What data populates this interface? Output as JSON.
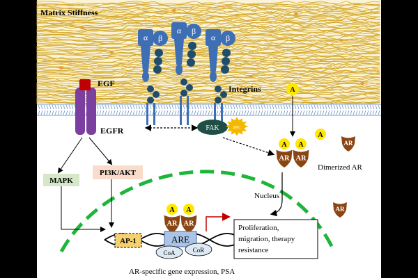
{
  "labels": {
    "matrix": "Matrix Stiffness",
    "egf": "EGF",
    "egfr": "EGFR",
    "integrins": "Integrins",
    "fak": "FAK",
    "src": "SRC",
    "alpha": "α",
    "beta": "β",
    "androgen": "A",
    "ar": "AR",
    "dimerized_ar": "Dimerized AR",
    "nucleus": "Nucleus",
    "mapk": "MAPK",
    "pi3k": "PI3K/AKT",
    "ap1": "AP-1",
    "are": "ARE",
    "coa": "CoA",
    "cor": "CoR",
    "outcome_line1": "Proliferation,",
    "outcome_line2": "migration, therapy",
    "outcome_line3": "resistance",
    "caption": "AR-specific gene expression, PSA"
  },
  "colors": {
    "fiber": "#D4A92C",
    "integrin": "#3E6FB5",
    "integrin_dark": "#1F4D6B",
    "egfr": "#7B3FA0",
    "egf": "#C00000",
    "fak": "#1E4E45",
    "src": "#F5B800",
    "androgen": "#FFE800",
    "ar": "#8B4513",
    "nucleus_dash": "#1DB53A",
    "mapk_box": "#D5E8C8",
    "pi3k_box": "#F9DCCB",
    "ap1_box": "#F5D06E",
    "are_box": "#A9C4E6",
    "red_arrow": "#C00000"
  }
}
